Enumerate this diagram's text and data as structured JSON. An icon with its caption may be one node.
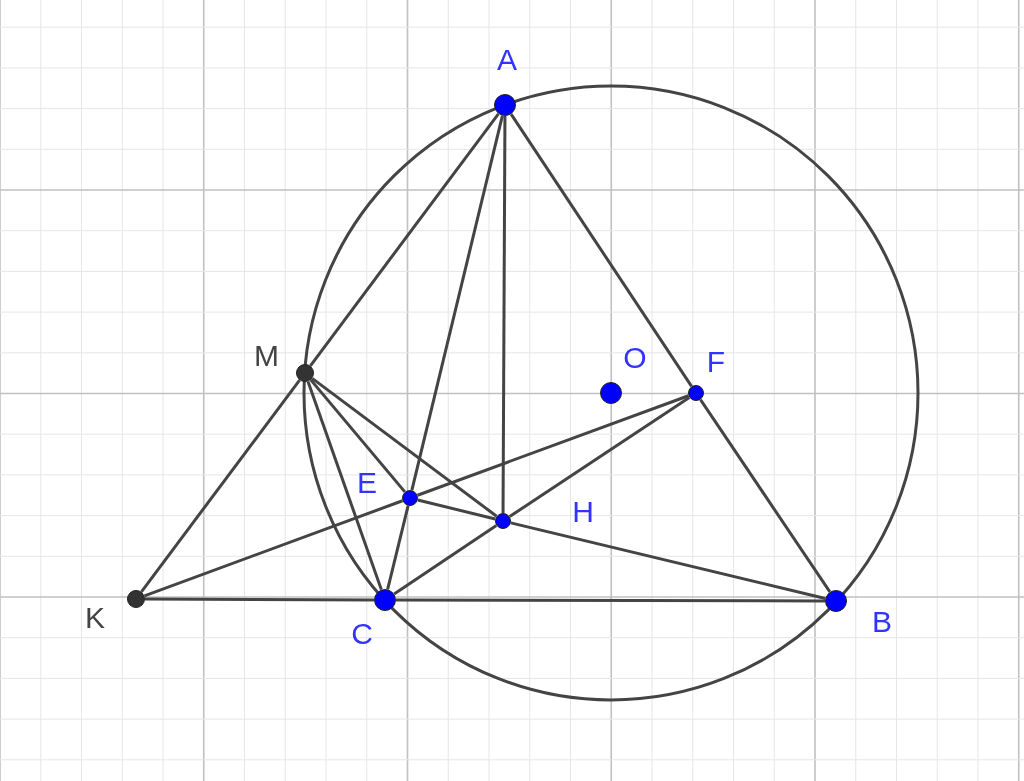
{
  "diagram": {
    "nodes": [
      {
        "text": [
          "A"
        ]
      },
      {
        "text": [
          "M"
        ]
      },
      {
        "text": [
          "O"
        ]
      },
      {
        "text": [
          "F"
        ]
      },
      {
        "text": [
          "E"
        ]
      },
      {
        "text": [
          "H"
        ]
      },
      {
        "text": [
          "K"
        ]
      },
      {
        "text": [
          "C"
        ]
      },
      {
        "text": [
          "B"
        ]
      }
    ],
    "edges": [
      {
        "from": 0,
        "to": 1,
        "arrow": "none"
      },
      {
        "from": 0,
        "to": 4,
        "arrow": "none"
      },
      {
        "from": 4,
        "to": 7,
        "arrow": "none"
      },
      {
        "from": 0,
        "to": 5,
        "arrow": "none"
      },
      {
        "from": 0,
        "to": 3,
        "arrow": "none"
      },
      {
        "from": 3,
        "to": 8,
        "arrow": "none"
      },
      {
        "from": 6,
        "to": 1,
        "arrow": "none"
      },
      {
        "from": 6,
        "to": 7,
        "arrow": "none"
      },
      {
        "from": 7,
        "to": 8,
        "arrow": "none"
      },
      {
        "from": 6,
        "to": 4,
        "arrow": "none"
      },
      {
        "from": 4,
        "to": 3,
        "arrow": "none"
      },
      {
        "from": 1,
        "to": 7,
        "arrow": "none"
      },
      {
        "from": 1,
        "to": 4,
        "arrow": "none"
      },
      {
        "from": 1,
        "to": 5,
        "arrow": "none"
      },
      {
        "from": 4,
        "to": 5,
        "arrow": "none"
      },
      {
        "from": 5,
        "to": 8,
        "arrow": "none"
      },
      {
        "from": 7,
        "to": 5,
        "arrow": "none"
      },
      {
        "from": 5,
        "to": 3,
        "arrow": "none"
      }
    ]
  }
}
